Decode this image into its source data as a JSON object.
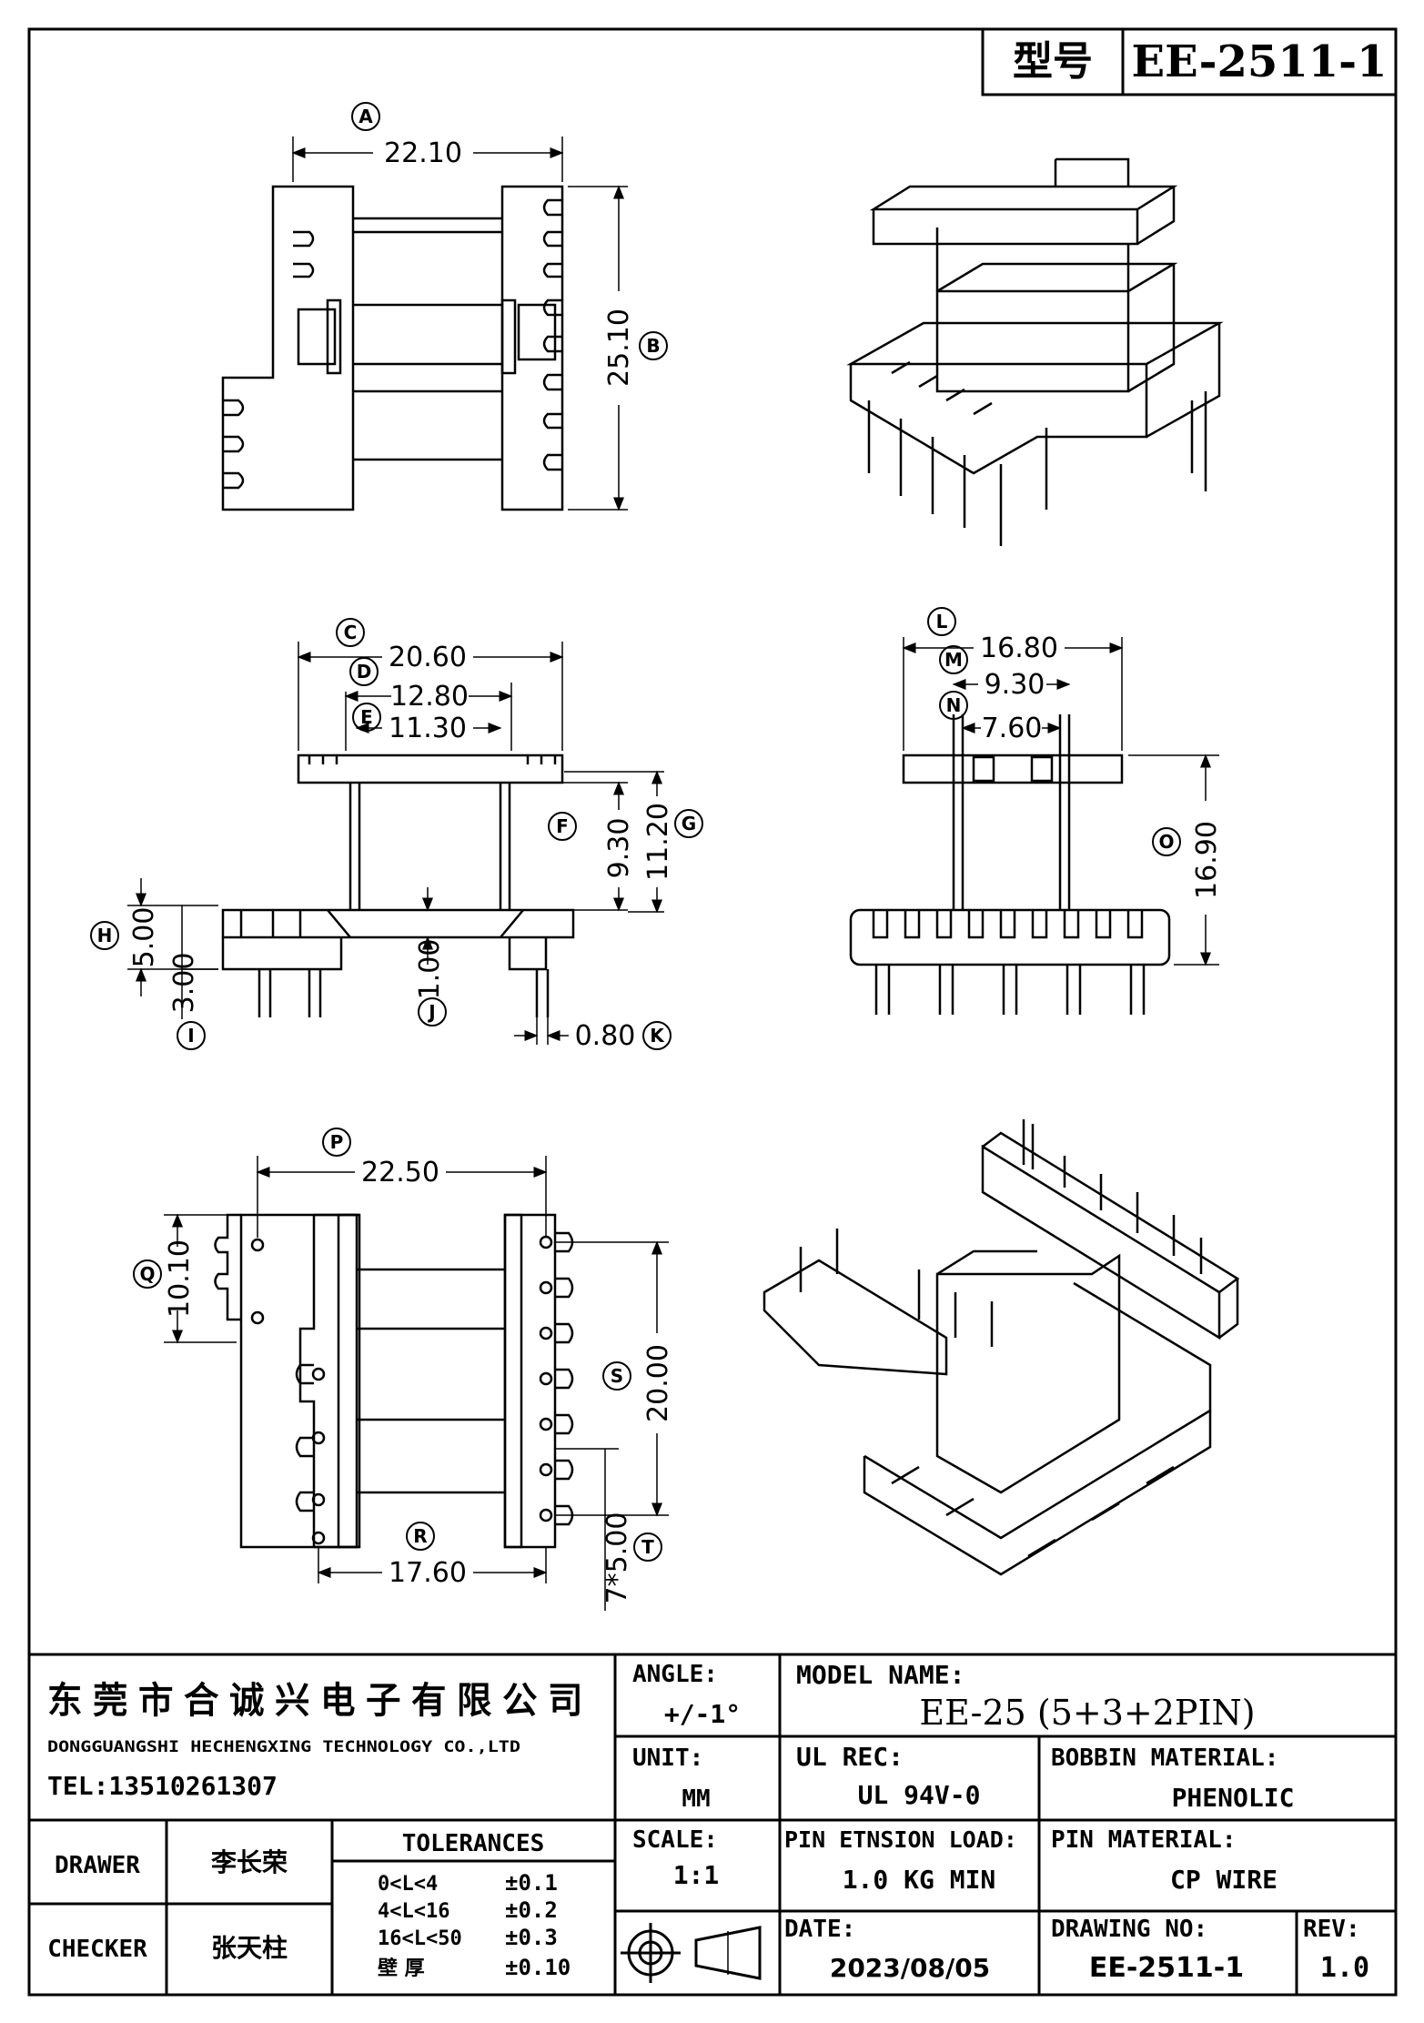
{
  "header": {
    "model_label": "型号",
    "model_value": "EE-2511-1"
  },
  "dimensions": {
    "A": {
      "letter": "A",
      "value": "22.10"
    },
    "B": {
      "letter": "B",
      "value": "25.10"
    },
    "C": {
      "letter": "C",
      "value": "20.60"
    },
    "D": {
      "letter": "D",
      "value": "12.80"
    },
    "E": {
      "letter": "E",
      "value": "11.30"
    },
    "F": {
      "letter": "F",
      "value": "9.30"
    },
    "G": {
      "letter": "G",
      "value": "11.20"
    },
    "H": {
      "letter": "H",
      "value": "5.00"
    },
    "I": {
      "letter": "I",
      "value": "3.00"
    },
    "J": {
      "letter": "J",
      "value": "1.00"
    },
    "K": {
      "letter": "K",
      "value": "0.80"
    },
    "L": {
      "letter": "L",
      "value": "16.80"
    },
    "M": {
      "letter": "M",
      "value": "9.30"
    },
    "N": {
      "letter": "N",
      "value": "7.60"
    },
    "O": {
      "letter": "O",
      "value": "16.90"
    },
    "P": {
      "letter": "P",
      "value": "22.50"
    },
    "Q": {
      "letter": "Q",
      "value": "10.10"
    },
    "R": {
      "letter": "R",
      "value": "17.60"
    },
    "S": {
      "letter": "S",
      "value": "20.00"
    },
    "T": {
      "letter": "T",
      "value": "7*5.00"
    }
  },
  "title_block": {
    "company_cn": "东莞市合诚兴电子有限公司",
    "company_en": "DONGGUANGSHI HECHENGXING TECHNOLOGY CO.,LTD",
    "tel": "TEL:13510261307",
    "drawer_label": "DRAWER",
    "drawer_name": "李长荣",
    "checker_label": "CHECKER",
    "checker_name": "张天柱",
    "tolerances_label": "TOLERANCES",
    "tolerances": [
      {
        "range": "0<L<4",
        "value": "±0.1"
      },
      {
        "range": "4<L<16",
        "value": "±0.2"
      },
      {
        "range": "16<L<50",
        "value": "±0.3"
      },
      {
        "range": "壁  厚",
        "value": "±0.10"
      }
    ],
    "angle_label": "ANGLE:",
    "angle_value": "+/-1°",
    "unit_label": "UNIT:",
    "unit_value": "MM",
    "scale_label": "SCALE:",
    "scale_value": "1:1",
    "model_name_label": "MODEL NAME:",
    "model_name_value": "EE-25 (5+3+2PIN)",
    "ul_label": "UL REC:",
    "ul_value": "UL 94V-0",
    "bobbin_label": "BOBBIN MATERIAL:",
    "bobbin_value": "PHENOLIC",
    "pin_load_label": "PIN ETNSION LOAD:",
    "pin_load_value": "1.0 KG MIN",
    "pin_material_label": "PIN MATERIAL:",
    "pin_material_value": "CP WIRE",
    "date_label": "DATE:",
    "date_value": "2023/08/05",
    "drawing_no_label": "DRAWING NO:",
    "drawing_no_value": "EE-2511-1",
    "rev_label": "REV:",
    "rev_value": "1.0"
  }
}
